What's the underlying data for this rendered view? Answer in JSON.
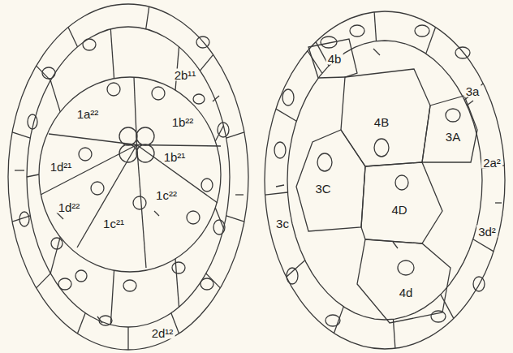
{
  "diagram": {
    "labels": [
      "2b¹¹",
      "1a²²",
      "1b²²",
      "1d²¹",
      "1b²¹",
      "1c²²",
      "1d²²",
      "1c²¹",
      "2d¹²",
      "4b",
      "3a",
      "4B",
      "3A",
      "2a²",
      "3C",
      "3c",
      "4D",
      "3d²",
      "4d"
    ]
  }
}
